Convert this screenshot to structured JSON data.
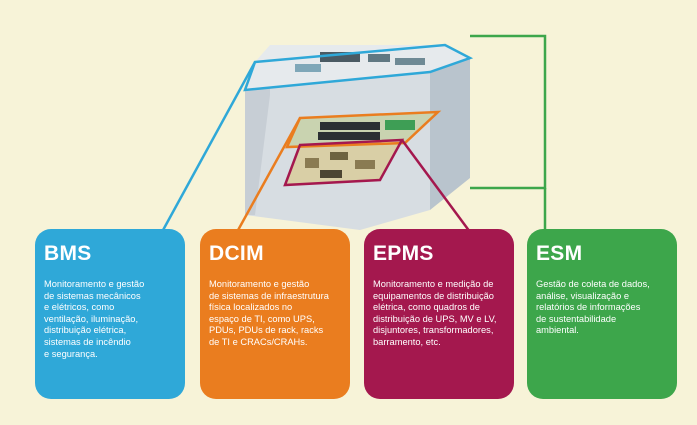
{
  "colors": {
    "background": "#f7f3d8",
    "bms": "#2fa8d8",
    "dcim": "#ea7d1f",
    "epms": "#a4184e",
    "esm": "#3da64b"
  },
  "cards": [
    {
      "id": "bms",
      "title": "BMS",
      "body": "Monitoramento e gestão\nde sistemas mecânicos\ne elétricos, como\nventilação, iluminação,\ndistribuição elétrica,\nsistemas de incêndio\ne segurança."
    },
    {
      "id": "dcim",
      "title": "DCIM",
      "body": "Monitoramento e gestão\nde sistemas de infraestrutura\nfísica localizados no\nespaço de TI, como UPS,\nPDUs, PDUs de rack, racks\nde TI e CRACs/CRAHs."
    },
    {
      "id": "epms",
      "title": "EPMS",
      "body": "Monitoramento e medição de\nequipamentos de distribuição\nelétrica, como quadros de\ndistribuição de UPS, MV e LV,\ndisjuntores, transformadores,\nbarramento, etc."
    },
    {
      "id": "esm",
      "title": "ESM",
      "body": "Gestão de coleta de dados,\nanálise, visualização e\nrelatórios de informações\nde sustentabilidade\nambiental."
    }
  ]
}
